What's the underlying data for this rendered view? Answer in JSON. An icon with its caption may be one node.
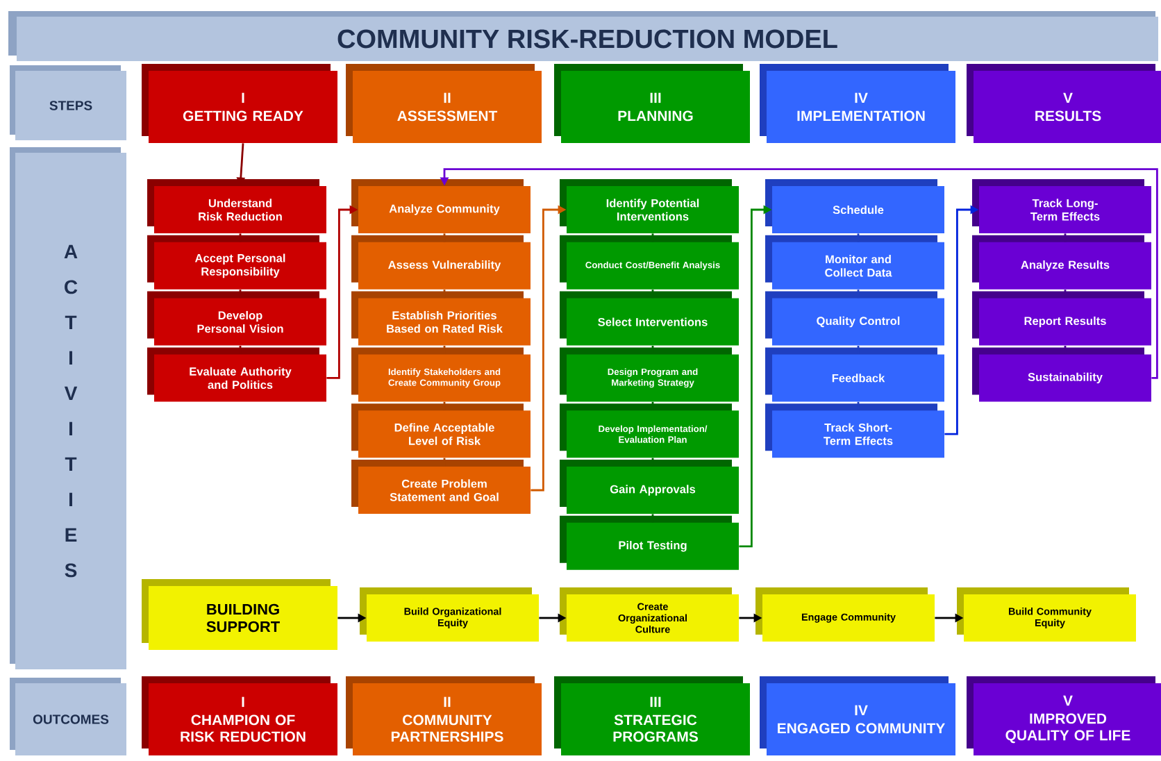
{
  "diagram": {
    "title": "COMMUNITY RISK-REDUCTION MODEL",
    "nodes": [
      {
        "text": [
          "STEPS"
        ]
      },
      {
        "text": [
          "I",
          "GETTING READY"
        ]
      },
      {
        "text": [
          "II",
          "ASSESSMENT"
        ]
      },
      {
        "text": [
          "III",
          "PLANNING"
        ]
      },
      {
        "text": [
          "IV",
          "IMPLEMENTATION"
        ]
      },
      {
        "text": [
          "V",
          "RESULTS"
        ]
      },
      {
        "text": [
          "A C T I V I T I E S"
        ]
      },
      {
        "text": [
          "Understand Risk Reduction"
        ]
      },
      {
        "text": [
          "Accept Personal Responsibility"
        ]
      },
      {
        "text": [
          "Develop Personal Vision"
        ]
      },
      {
        "text": [
          "Evaluate Authority and Politics"
        ]
      },
      {
        "text": [
          "Analyze Community"
        ]
      },
      {
        "text": [
          "Assess Vulnerability"
        ]
      },
      {
        "text": [
          "Establish Priorities Based on Rated Risk"
        ]
      },
      {
        "text": [
          "Identify Stakeholders and Create Community Group"
        ]
      },
      {
        "text": [
          "Define Acceptable Level of Risk"
        ]
      },
      {
        "text": [
          "Create Problem Statement and Goal"
        ]
      },
      {
        "text": [
          "Identify Potential Interventions"
        ]
      },
      {
        "text": [
          "Conduct Cost/Benefit Analysis"
        ]
      },
      {
        "text": [
          "Select Interventions"
        ]
      },
      {
        "text": [
          "Design Program and Marketing Strategy"
        ]
      },
      {
        "text": [
          "Develop Implementation/ Evaluation Plan"
        ]
      },
      {
        "text": [
          "Gain Approvals"
        ]
      },
      {
        "text": [
          "Pilot Testing"
        ]
      },
      {
        "text": [
          "Schedule"
        ]
      },
      {
        "text": [
          "Monitor and Collect Data"
        ]
      },
      {
        "text": [
          "Quality Control"
        ]
      },
      {
        "text": [
          "Feedback"
        ]
      },
      {
        "text": [
          "Track Short-Term Effects"
        ]
      },
      {
        "text": [
          "Track Long-Term Effects"
        ]
      },
      {
        "text": [
          "Analyze Results"
        ]
      },
      {
        "text": [
          "Report Results"
        ]
      },
      {
        "text": [
          "Sustainability"
        ]
      },
      {
        "text": [
          "BUILDING SUPPORT"
        ]
      },
      {
        "text": [
          "Build Organizational Equity"
        ]
      },
      {
        "text": [
          "Create Organizational Culture"
        ]
      },
      {
        "text": [
          "Engage Community"
        ]
      },
      {
        "text": [
          "Build Community Equity"
        ]
      },
      {
        "text": [
          "OUTCOMES"
        ]
      },
      {
        "text": [
          "I",
          "CHAMPION OF RISK REDUCTION"
        ]
      },
      {
        "text": [
          "II",
          "COMMUNITY PARTNERSHIPS"
        ]
      },
      {
        "text": [
          "III",
          "STRATEGIC PROGRAMS"
        ]
      },
      {
        "text": [
          "IV",
          "ENGAGED COMMUNITY"
        ]
      },
      {
        "text": [
          "V",
          "IMPROVED QUALITY OF LIFE"
        ]
      }
    ],
    "edges": [
      {
        "from": 1,
        "to": 7,
        "arrow": "to",
        "color": "#8b0000"
      },
      {
        "from": 7,
        "to": 8,
        "arrow": "none",
        "color": "#8b0000"
      },
      {
        "from": 8,
        "to": 9,
        "arrow": "none",
        "color": "#8b0000"
      },
      {
        "from": 9,
        "to": 10,
        "arrow": "none",
        "color": "#8b0000"
      },
      {
        "from": 10,
        "to": 11,
        "arrow": "to",
        "color": "#b00000"
      },
      {
        "from": 11,
        "to": 12,
        "arrow": "none",
        "color": "#a84300"
      },
      {
        "from": 12,
        "to": 13,
        "arrow": "none",
        "color": "#a84300"
      },
      {
        "from": 13,
        "to": 14,
        "arrow": "none",
        "color": "#a84300"
      },
      {
        "from": 14,
        "to": 15,
        "arrow": "none",
        "color": "#a84300"
      },
      {
        "from": 15,
        "to": 16,
        "arrow": "none",
        "color": "#a84300"
      },
      {
        "from": 16,
        "to": 17,
        "arrow": "to",
        "color": "#d05a00"
      },
      {
        "from": 17,
        "to": 18,
        "arrow": "none",
        "color": "#006600"
      },
      {
        "from": 18,
        "to": 19,
        "arrow": "none",
        "color": "#006600"
      },
      {
        "from": 19,
        "to": 20,
        "arrow": "none",
        "color": "#006600"
      },
      {
        "from": 20,
        "to": 21,
        "arrow": "none",
        "color": "#006600"
      },
      {
        "from": 21,
        "to": 22,
        "arrow": "none",
        "color": "#006600"
      },
      {
        "from": 22,
        "to": 23,
        "arrow": "none",
        "color": "#006600"
      },
      {
        "from": 23,
        "to": 24,
        "arrow": "to",
        "color": "#008800"
      },
      {
        "from": 24,
        "to": 25,
        "arrow": "none",
        "color": "#1f3fbf"
      },
      {
        "from": 25,
        "to": 26,
        "arrow": "none",
        "color": "#1f3fbf"
      },
      {
        "from": 26,
        "to": 27,
        "arrow": "none",
        "color": "#1f3fbf"
      },
      {
        "from": 27,
        "to": 28,
        "arrow": "none",
        "color": "#1f3fbf"
      },
      {
        "from": 28,
        "to": 29,
        "arrow": "to",
        "color": "#0022dd"
      },
      {
        "from": 29,
        "to": 30,
        "arrow": "none",
        "color": "#45008c"
      },
      {
        "from": 30,
        "to": 31,
        "arrow": "none",
        "color": "#45008c"
      },
      {
        "from": 31,
        "to": 32,
        "arrow": "none",
        "color": "#45008c"
      },
      {
        "from": 32,
        "to": 11,
        "arrow": "to",
        "color": "#6a00d4"
      },
      {
        "from": 33,
        "to": 34,
        "arrow": "to",
        "color": "#000000"
      },
      {
        "from": 34,
        "to": 35,
        "arrow": "to",
        "color": "#000000"
      },
      {
        "from": 35,
        "to": 36,
        "arrow": "to",
        "color": "#000000"
      },
      {
        "from": 36,
        "to": 37,
        "arrow": "to",
        "color": "#000000"
      }
    ]
  }
}
